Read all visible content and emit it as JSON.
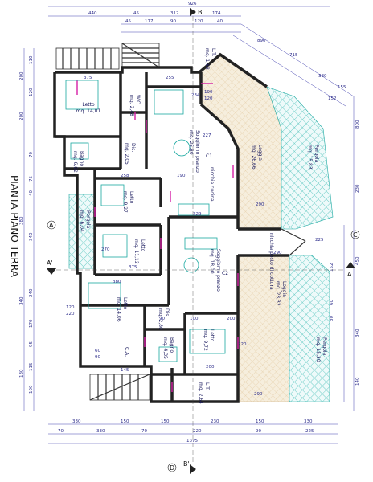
{
  "title": "PIANTA PIANO TERRA",
  "section_marks": {
    "a": "A",
    "a_prime": "A'",
    "b": "B",
    "b_prime": "B'",
    "c": "C",
    "d": "D"
  },
  "rooms": [
    {
      "name": "Letto",
      "area": "mq. 14,01"
    },
    {
      "name": "W.C.",
      "area": "mq. 2,48"
    },
    {
      "name": "Bagno",
      "area": "mq. 6,02"
    },
    {
      "name": "Dis.",
      "area": "mq. 2,05"
    },
    {
      "name": "Soggiorno pranzo",
      "area": "mq. 25,80"
    },
    {
      "name": "Loggia",
      "area": "mq. 26,66"
    },
    {
      "name": "Pergola",
      "area": "mq. 15,83"
    },
    {
      "name": "Letto",
      "area": "mq. 9,27"
    },
    {
      "name": "Pergola",
      "area": "mq. 6,04"
    },
    {
      "name": "Letto",
      "area": "mq. 11,12"
    },
    {
      "name": "Soggiorno pranzo",
      "area": "mq. 18,00"
    },
    {
      "name": "Loggia",
      "area": "mq. 23,32"
    },
    {
      "name": "Letto",
      "area": "mq. 14,06"
    },
    {
      "name": "Dis.",
      "area": "mq. 2,80"
    },
    {
      "name": "Letto",
      "area": "mq. 9,72"
    },
    {
      "name": "Bagno",
      "area": "mq. 4,35"
    },
    {
      "name": "C.A.",
      "area": ""
    },
    {
      "name": "Pergola",
      "area": "mq. 15,30"
    },
    {
      "name": "L.T.",
      "area": "mq. 2,64"
    },
    {
      "name": "L.T.",
      "area": "mq. 1,68"
    }
  ],
  "kitchen_labels": {
    "c1": "C1",
    "c2": "C2",
    "kitchen_top": "nicchia cucina",
    "kitchen_bottom": "nicchia posto di cottura"
  },
  "top_dims": {
    "overall": "926",
    "row2": [
      "440",
      "45",
      "312",
      "174"
    ],
    "row3": [
      "45",
      "177",
      "90",
      "120",
      "40"
    ],
    "diagonal": [
      "715",
      "890",
      "380",
      "155",
      "152"
    ]
  },
  "bottom_dims": {
    "row1": [
      "330",
      "150",
      "150",
      "230",
      "150",
      "330"
    ],
    "row2": [
      "70",
      "330",
      "70",
      "220",
      "90",
      "225"
    ],
    "overall": "1375"
  },
  "left_dims": {
    "outer": [
      "200",
      "200",
      "380",
      "340",
      "130"
    ],
    "inner": [
      "110",
      "120",
      "70",
      "75",
      "40",
      "340",
      "240",
      "170",
      "95",
      "115",
      "100"
    ]
  },
  "right_dims": {
    "outer": [
      "800",
      "230",
      "450",
      "340",
      "140"
    ],
    "inner": [
      "225",
      "290",
      "152",
      "60",
      "30"
    ]
  },
  "inner_dims": [
    "375",
    "255",
    "190",
    "120",
    "234",
    "227",
    "258",
    "190",
    "329",
    "290",
    "375",
    "270",
    "380",
    "120",
    "220",
    "90",
    "100",
    "200",
    "220",
    "290",
    "60",
    "90",
    "145",
    "200"
  ]
}
